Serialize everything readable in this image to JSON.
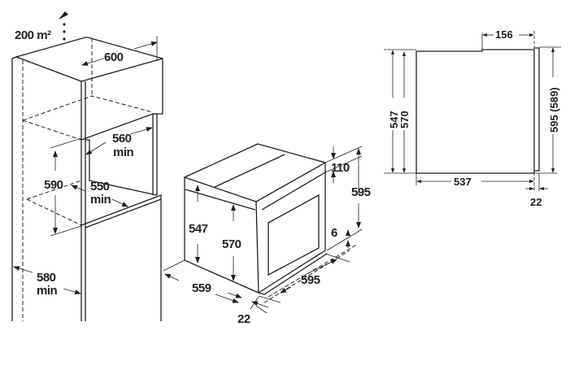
{
  "niche": {
    "ventilation": "200 m²",
    "width": "600",
    "depth_min_value": "560",
    "depth_min_unit": "min",
    "height": "590",
    "inner_width_value": "550",
    "inner_width_unit": "min",
    "cabinet_depth_value": "580",
    "cabinet_depth_unit": "min"
  },
  "oven": {
    "body_height": "547",
    "total_height": "570",
    "depth": "559",
    "door_thickness": "22",
    "width": "595",
    "front_height": "595",
    "top_gap": "110",
    "bottom_gap": "6"
  },
  "side_view": {
    "top_step": "156",
    "height_body": "547",
    "height_total": "570",
    "depth": "537",
    "front_height": "595 (589)",
    "door": "22"
  }
}
